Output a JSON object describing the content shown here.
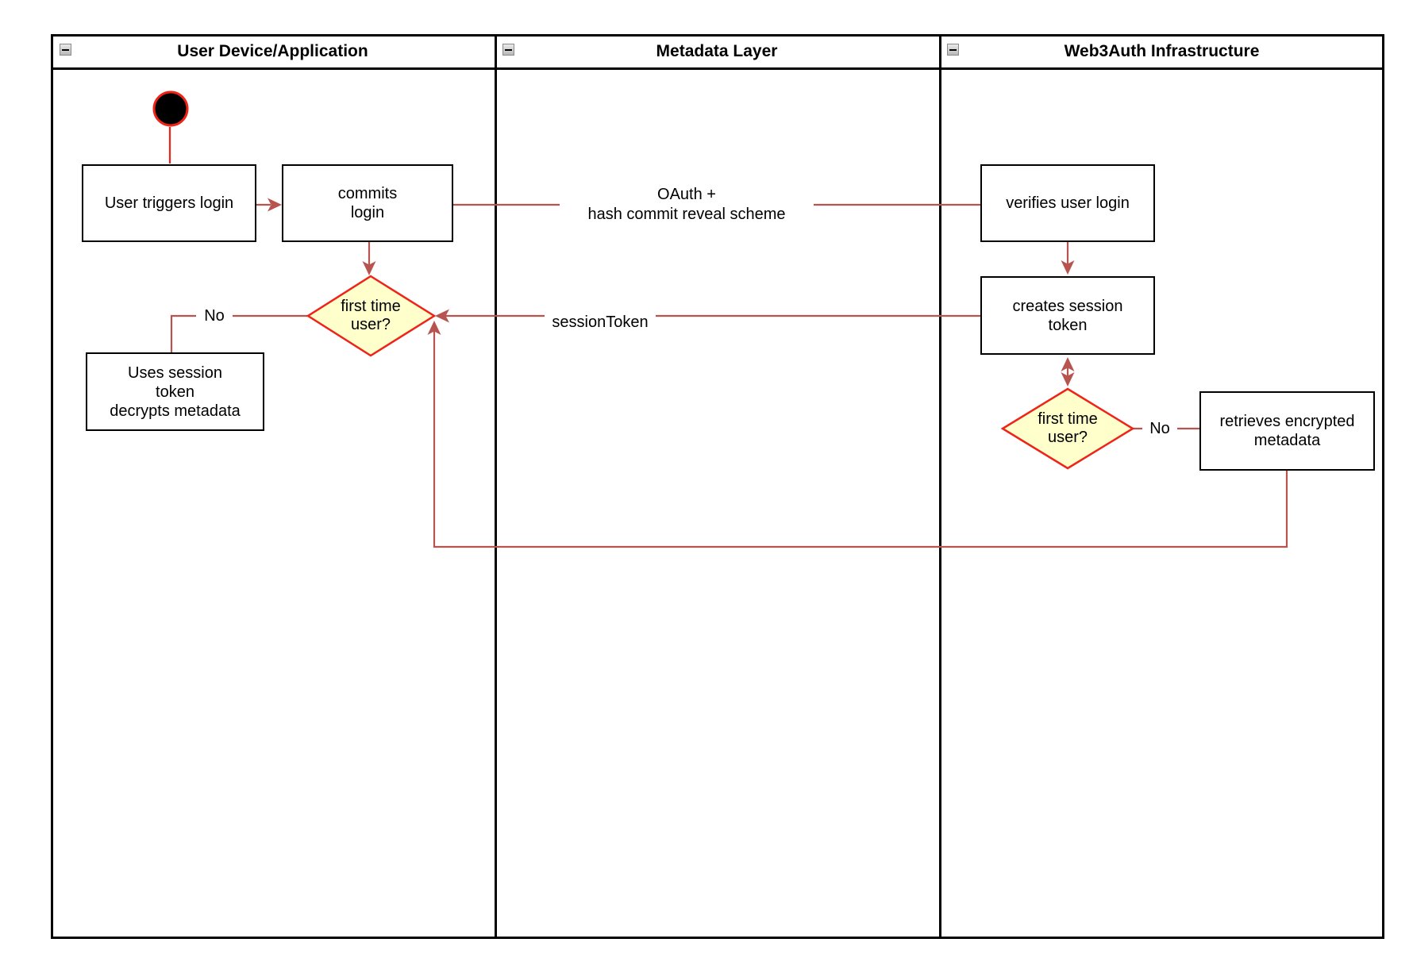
{
  "diagram": {
    "lanes": [
      {
        "title": "User Device/Application"
      },
      {
        "title": "Metadata Layer"
      },
      {
        "title": "Web3Auth Infrastructure"
      }
    ],
    "nodes": {
      "user_triggers_login": {
        "lines": [
          "User triggers login"
        ]
      },
      "commits_login": {
        "lines": [
          "commits",
          "login"
        ]
      },
      "first_time_user_left": {
        "lines": [
          "first time",
          "user?"
        ]
      },
      "uses_session_token": {
        "lines": [
          "Uses session",
          "token",
          "decrypts metadata"
        ]
      },
      "verifies_user_login": {
        "lines": [
          "verifies user login"
        ]
      },
      "creates_session_token": {
        "lines": [
          "creates session",
          "token"
        ]
      },
      "first_time_user_right": {
        "lines": [
          "first time",
          "user?"
        ]
      },
      "retrieves_encrypted_metadata": {
        "lines": [
          "retrieves encrypted",
          "metadata"
        ]
      }
    },
    "edge_labels": {
      "oauth_line1": "OAuth +",
      "oauth_line2": "hash commit reveal scheme",
      "session_token": "sessionToken",
      "no_left": "No",
      "no_right": "No"
    },
    "colors": {
      "flow_arrow": "#b85450",
      "decision_stroke": "#ee2419",
      "decision_fill": "#ffffcc",
      "node_border": "#000000",
      "node_fill": "#ffffff"
    }
  }
}
